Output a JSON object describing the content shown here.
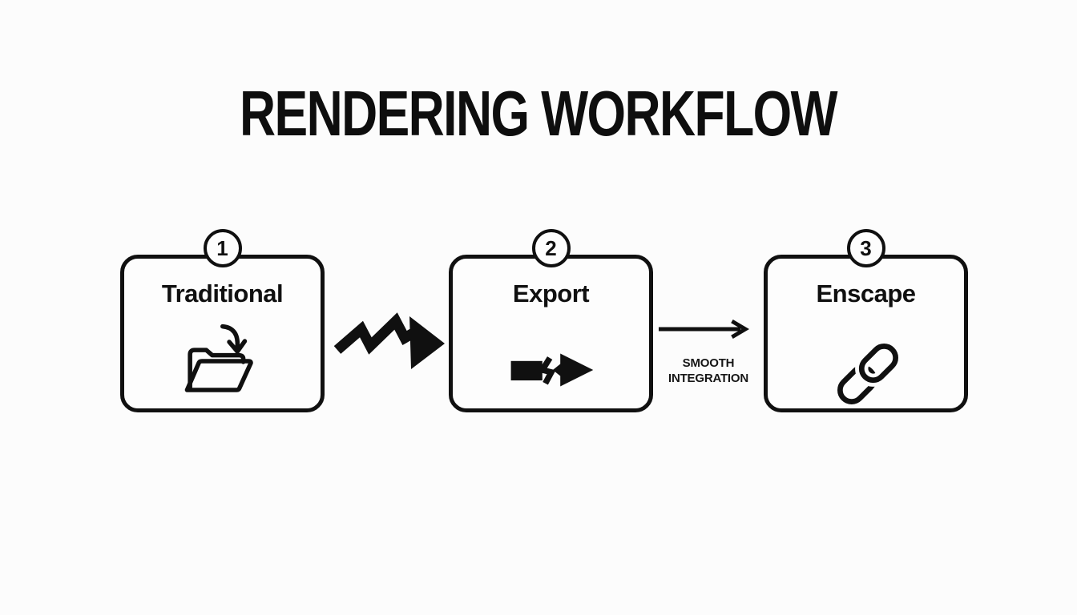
{
  "title": "RENDERING WORKFLOW",
  "steps": [
    {
      "number": "1",
      "label": "Traditional",
      "icon": "folder-import-icon"
    },
    {
      "number": "2",
      "label": "Export",
      "icon": "broken-arrow-icon"
    },
    {
      "number": "3",
      "label": "Enscape",
      "icon": "chain-link-icon"
    }
  ],
  "connectors": {
    "rough": {
      "type": "jagged-arrow",
      "label": ""
    },
    "smooth": {
      "type": "straight-arrow",
      "label": "SMOOTH INTEGRATION",
      "label_line1": "SMOOTH",
      "label_line2": "INTEGRATION"
    }
  },
  "colors": {
    "background": "#fcfcfc",
    "foreground": "#101010"
  }
}
